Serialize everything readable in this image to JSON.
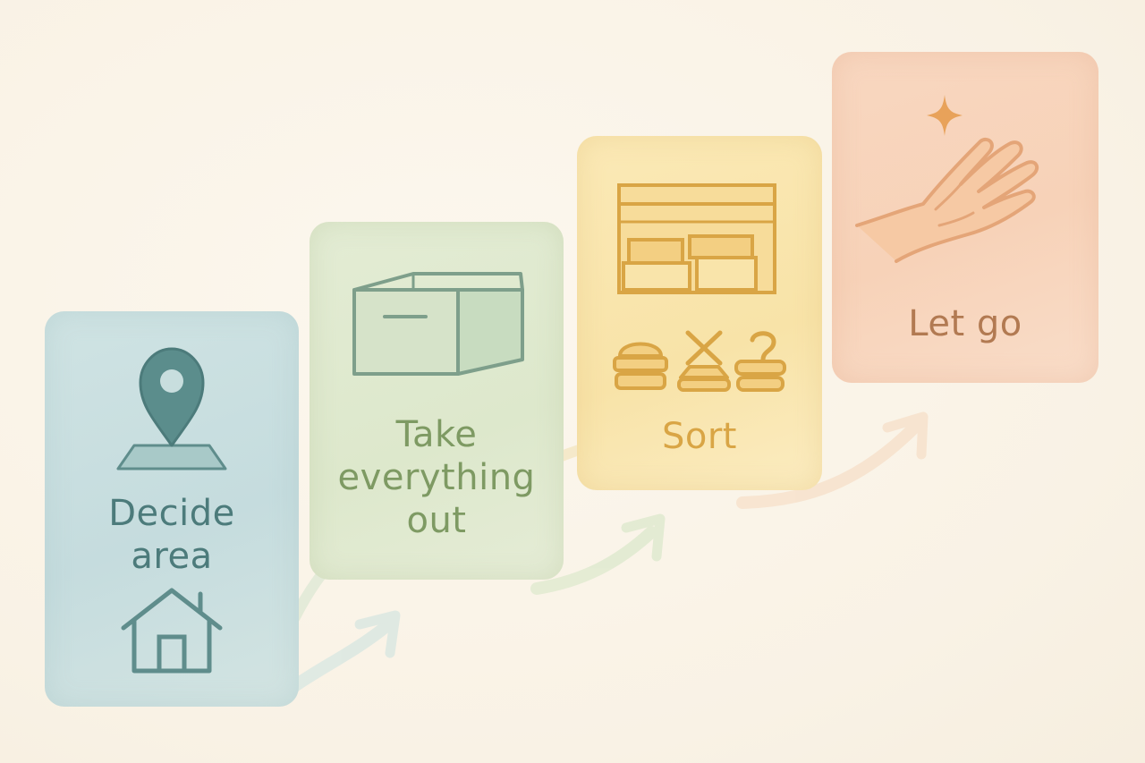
{
  "steps": [
    {
      "id": "decide",
      "lines": [
        "Decide",
        "area"
      ],
      "icons": [
        "location-pin-icon",
        "house-icon"
      ],
      "bg": "#c8dede",
      "ink": "#4c7b7b"
    },
    {
      "id": "take",
      "lines": [
        "Take",
        "everything",
        "out"
      ],
      "icons": [
        "open-box-icon"
      ],
      "bg": "#dfe9cf",
      "ink": "#7e9a63"
    },
    {
      "id": "sort",
      "lines": [
        "Sort"
      ],
      "icons": [
        "shelf-icon",
        "keep-pile-icon",
        "discard-pile-icon",
        "maybe-pile-icon"
      ],
      "bg": "#f9e4aa",
      "ink": "#d9a545"
    },
    {
      "id": "letgo",
      "lines": [
        "Let go"
      ],
      "icons": [
        "sparkle-icon",
        "open-hand-icon"
      ],
      "bg": "#f8d5bc",
      "ink": "#b27a52"
    }
  ],
  "connectors": [
    "arrow-icon",
    "arrow-icon",
    "arrow-icon"
  ]
}
